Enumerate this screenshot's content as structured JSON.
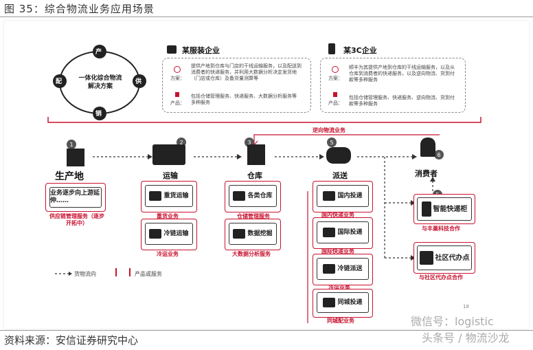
{
  "figure_title": "图 35：综合物流业务应用场景",
  "source": "资料来源：安信证券研究中心",
  "circle": {
    "center": "一体化综合物流解决方案",
    "nodes": [
      "产",
      "供",
      "销",
      "配"
    ]
  },
  "cases": [
    {
      "name": "某服装企业",
      "scheme_label": "方案：",
      "scheme": "提供产地到仓库与门店的干线运输服务，以及配送到消费者的快递服务，并利用大数据分析决定发货地（门店或仓库）及备货量测算等",
      "product_label": "产品：",
      "product": "包括仓储管理服务、快递服务、大数据分析服务等多种服务"
    },
    {
      "name": "某3C企业",
      "scheme_label": "方案：",
      "scheme": "顺丰为其提供产地到仓库的干线运输服务，以及从仓库到消费者的快递服务，以及逆向物流、货到付款等多种服务",
      "product_label": "产品：",
      "product": "包括仓储管理服务、快递服务、逆向物流、货到付款等多种服务"
    }
  ],
  "reverse_label": "逆向物流业务",
  "stages": [
    {
      "num": "1",
      "name": "生产地",
      "service_text": "业务逐步向上游延伸……",
      "caption": "供应链管理服务（逐步开拓中）"
    },
    {
      "num": "2",
      "name": "运输",
      "items": [
        {
          "label": "重货运输",
          "caption": "重货业务",
          "icon": "truck-icon"
        },
        {
          "label": "冷链运输",
          "caption": "冷运业务",
          "icon": "van-icon"
        }
      ]
    },
    {
      "num": "3",
      "name": "仓库",
      "items": [
        {
          "label": "各类仓库",
          "caption": "仓储管理服务",
          "icon": "house-icon"
        },
        {
          "label": "数据挖掘",
          "caption": "大数据分析服务",
          "icon": "database-icon"
        }
      ]
    },
    {
      "num": "5",
      "name": "派送",
      "items": [
        {
          "label": "国内投递",
          "caption": "国内快递业务",
          "icon": "courier-icon"
        },
        {
          "label": "国际投递",
          "caption": "国际快递业务",
          "icon": "globe-icon"
        },
        {
          "label": "冷链派送",
          "caption": "冷运业务",
          "icon": "van-icon"
        },
        {
          "label": "同城投递",
          "caption": "同城配业务",
          "icon": "gift-icon"
        }
      ]
    }
  ],
  "consumer": {
    "num": "6",
    "name": "消费者"
  },
  "endpoints": [
    {
      "num": "5",
      "name": "智能快递柜",
      "caption": "与丰巢科技合作",
      "icon": "locker-icon"
    },
    {
      "name": "社区代办点",
      "caption": "与社区代办点合作",
      "icon": "store-icon"
    }
  ],
  "legend": {
    "flow": "货物流向",
    "service": "产品或服务"
  },
  "page_num": "18",
  "watermark": [
    "微信号：logistic",
    "头条号 / 物流沙龙"
  ],
  "colors": {
    "accent": "#c8102e",
    "dark": "#222222"
  }
}
